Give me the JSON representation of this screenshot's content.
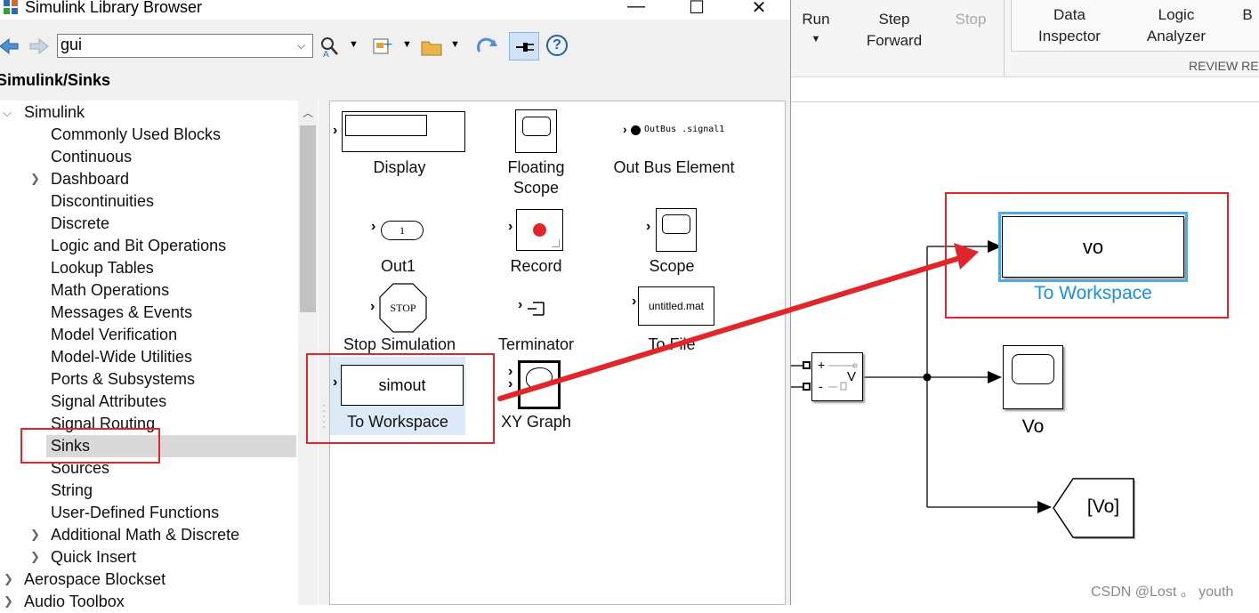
{
  "window": {
    "title": "Simulink Library Browser",
    "minimize": "—",
    "maximize": "☐",
    "close": "✕"
  },
  "toolbar": {
    "search_value": "gui",
    "current_path": "Simulink/Sinks"
  },
  "tree": {
    "root": "Simulink",
    "children": [
      "Commonly Used Blocks",
      "Continuous",
      "Dashboard",
      "Discontinuities",
      "Discrete",
      "Logic and Bit Operations",
      "Lookup Tables",
      "Math Operations",
      "Messages & Events",
      "Model Verification",
      "Model-Wide Utilities",
      "Ports & Subsystems",
      "Signal Attributes",
      "Signal Routing",
      "Sinks",
      "Sources",
      "String",
      "User-Defined Functions",
      "Additional Math & Discrete",
      "Quick Insert"
    ],
    "other_roots": [
      "Aerospace Blockset",
      "Audio Toolbox"
    ],
    "selected": "Sinks"
  },
  "blocks": {
    "display": {
      "label": "Display"
    },
    "floating_scope": {
      "label": "Floating\nScope"
    },
    "out_bus_element": {
      "label": "Out Bus Element",
      "icon_text": "OutBus .signal1"
    },
    "out1": {
      "label": "Out1",
      "icon_text": "1"
    },
    "record": {
      "label": "Record"
    },
    "scope": {
      "label": "Scope"
    },
    "stop_simulation": {
      "label": "Stop Simulation",
      "icon_text": "STOP"
    },
    "terminator": {
      "label": "Terminator"
    },
    "to_file": {
      "label": "To File",
      "icon_text": "untitled.mat"
    },
    "to_workspace": {
      "label": "To Workspace",
      "icon_text": "simout"
    },
    "xy_graph": {
      "label": "XY Graph"
    }
  },
  "model_toolstrip": {
    "run": "Run",
    "step_forward": "Step\nForward",
    "stop": "Stop",
    "data_inspector": "Data\nInspector",
    "logic_analyzer": "Logic\nAnalyzer",
    "partial_button": "B",
    "section_label": "REVIEW RE"
  },
  "model": {
    "to_workspace_block": {
      "var_name": "vo",
      "label": "To Workspace"
    },
    "scope_block": {
      "label": "Vo"
    },
    "goto_block": {
      "tag": "[Vo]"
    },
    "sensor_block": {
      "plus": "+",
      "minus": "-",
      "symbol": "V"
    }
  },
  "colors": {
    "annotation_red": "#e0262b",
    "selection_blue": "#4fa9e6",
    "label_blue": "#1b8fe0"
  },
  "watermark": "CSDN @Lost 。 youth"
}
